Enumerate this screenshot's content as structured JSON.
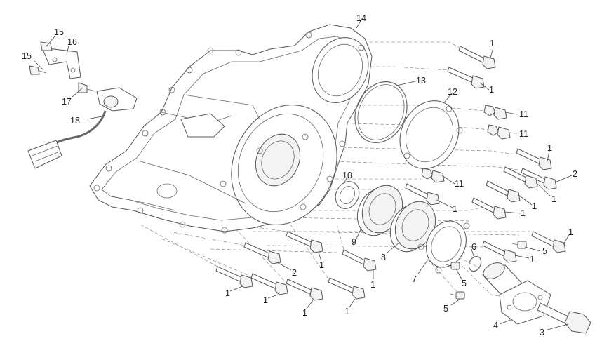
{
  "labels": [
    {
      "id": "l1a",
      "text": "1"
    },
    {
      "id": "l1b",
      "text": "1"
    },
    {
      "id": "l1c",
      "text": "1"
    },
    {
      "id": "l1d",
      "text": "1"
    },
    {
      "id": "l1e",
      "text": "1"
    },
    {
      "id": "l1f",
      "text": "1"
    },
    {
      "id": "l1g",
      "text": "1"
    },
    {
      "id": "l1h",
      "text": "1"
    },
    {
      "id": "l1i",
      "text": "1"
    },
    {
      "id": "l1j",
      "text": "1"
    },
    {
      "id": "l1k",
      "text": "1"
    },
    {
      "id": "l1l",
      "text": "1"
    },
    {
      "id": "l1m",
      "text": "1"
    },
    {
      "id": "l1n",
      "text": "1"
    },
    {
      "id": "l1o",
      "text": "1"
    },
    {
      "id": "l2a",
      "text": "2"
    },
    {
      "id": "l2b",
      "text": "2"
    },
    {
      "id": "l3",
      "text": "3"
    },
    {
      "id": "l4",
      "text": "4"
    },
    {
      "id": "l5a",
      "text": "5"
    },
    {
      "id": "l5b",
      "text": "5"
    },
    {
      "id": "l5c",
      "text": "5"
    },
    {
      "id": "l6",
      "text": "6"
    },
    {
      "id": "l7",
      "text": "7"
    },
    {
      "id": "l8",
      "text": "8"
    },
    {
      "id": "l9",
      "text": "9"
    },
    {
      "id": "l10",
      "text": "10"
    },
    {
      "id": "l11a",
      "text": "11"
    },
    {
      "id": "l11b",
      "text": "11"
    },
    {
      "id": "l11c",
      "text": "11"
    },
    {
      "id": "l12",
      "text": "12"
    },
    {
      "id": "l13",
      "text": "13"
    },
    {
      "id": "l14",
      "text": "14"
    },
    {
      "id": "l15a",
      "text": "15"
    },
    {
      "id": "l15b",
      "text": "15"
    },
    {
      "id": "l16",
      "text": "16"
    },
    {
      "id": "l17",
      "text": "17"
    },
    {
      "id": "l18",
      "text": "18"
    }
  ],
  "colors": {
    "line": "#555555",
    "background": "#ffffff"
  }
}
